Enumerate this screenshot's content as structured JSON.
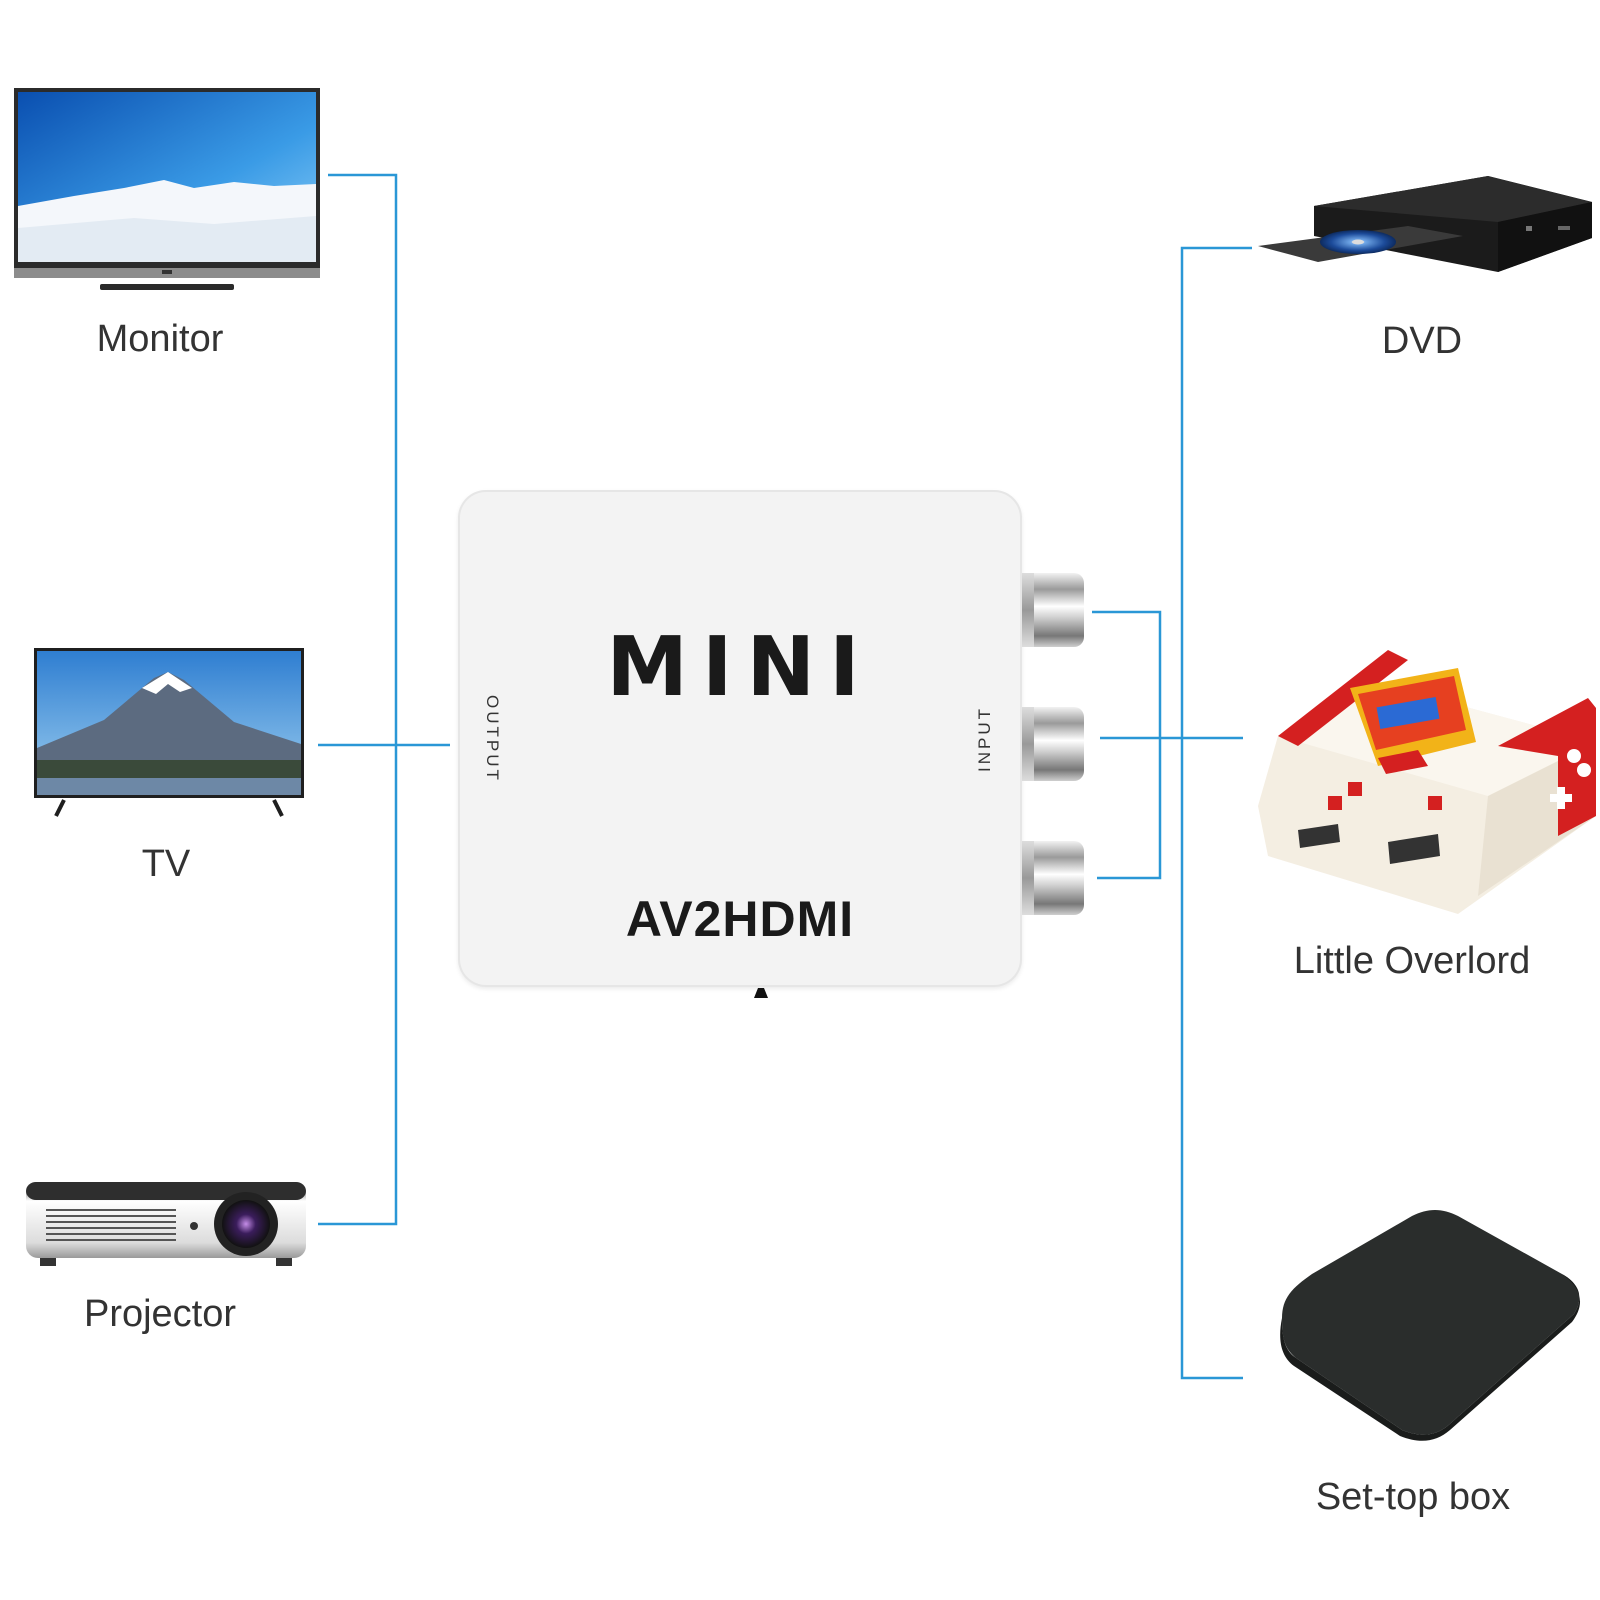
{
  "converter": {
    "brand": "MINI",
    "model": "AV2HDMI",
    "output_label": "OUTPUT",
    "input_label": "INPUT"
  },
  "outputs": [
    {
      "label": "Monitor"
    },
    {
      "label": "TV"
    },
    {
      "label": "Projector"
    }
  ],
  "inputs": [
    {
      "label": "DVD"
    },
    {
      "label": "Little Overlord"
    },
    {
      "label": "Set-top box"
    }
  ],
  "colors": {
    "wire": "#2a97d6",
    "converter_body": "#f3f3f3",
    "text": "#333333"
  },
  "icons": [
    "monitor-icon",
    "tv-icon",
    "projector-icon",
    "dvd-player-icon",
    "game-console-icon",
    "set-top-box-icon"
  ]
}
